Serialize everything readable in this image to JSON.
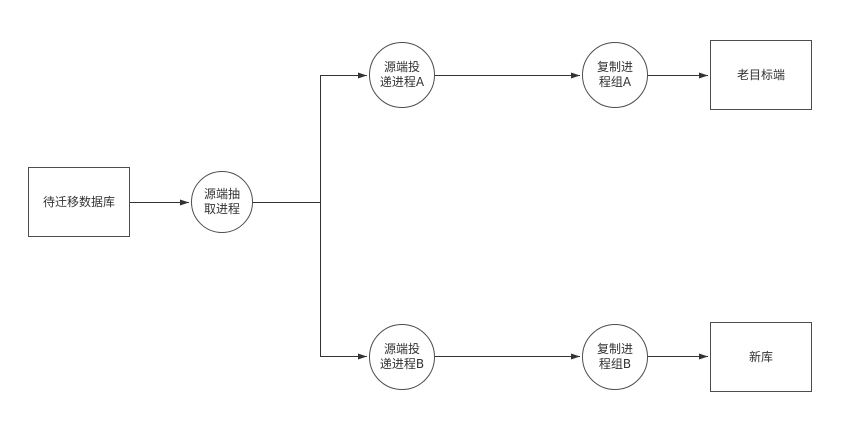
{
  "diagram": {
    "nodes": {
      "source_db": {
        "label": "待迁移数据库",
        "shape": "rect"
      },
      "extract_process": {
        "label": "源端抽取进程",
        "shape": "circle"
      },
      "deliver_process_a": {
        "label": "源端投递进程A",
        "shape": "circle"
      },
      "replicate_group_a": {
        "label": "复制进程组A",
        "shape": "circle"
      },
      "old_target": {
        "label": "老目标端",
        "shape": "rect"
      },
      "deliver_process_b": {
        "label": "源端投递进程B",
        "shape": "circle"
      },
      "replicate_group_b": {
        "label": "复制进程组B",
        "shape": "circle"
      },
      "new_db": {
        "label": "新库",
        "shape": "rect"
      }
    },
    "edges": [
      {
        "from": "source_db",
        "to": "extract_process"
      },
      {
        "from": "extract_process",
        "to": "deliver_process_a"
      },
      {
        "from": "extract_process",
        "to": "deliver_process_b"
      },
      {
        "from": "deliver_process_a",
        "to": "replicate_group_a"
      },
      {
        "from": "replicate_group_a",
        "to": "old_target"
      },
      {
        "from": "deliver_process_b",
        "to": "replicate_group_b"
      },
      {
        "from": "replicate_group_b",
        "to": "new_db"
      }
    ],
    "colors": {
      "border": "#4d4d4d",
      "line": "#333333",
      "text": "#333333",
      "background": "#ffffff"
    }
  }
}
